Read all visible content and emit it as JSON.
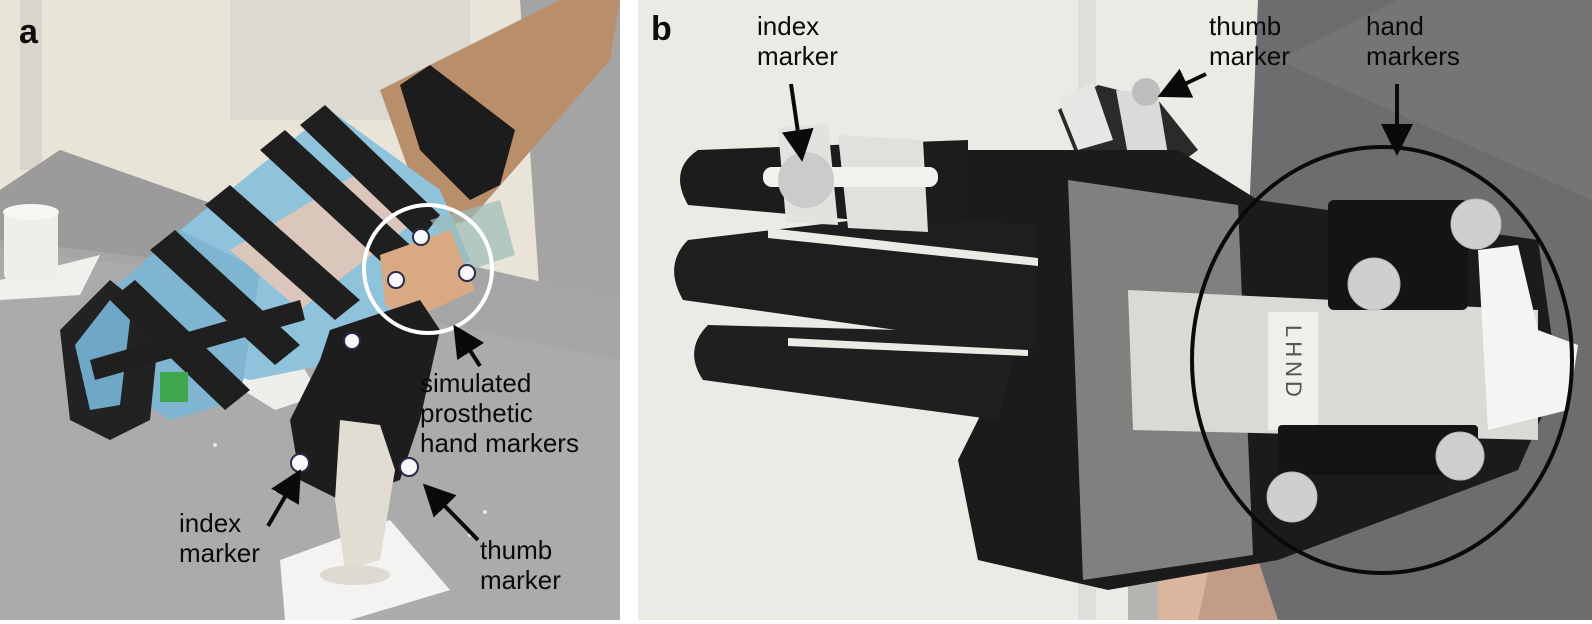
{
  "figure": {
    "panels": [
      {
        "letter": "a",
        "labels": {
          "simulated": [
            "simulated",
            "prosthetic",
            "hand markers"
          ],
          "index": [
            "index",
            "marker"
          ],
          "thumb": [
            "thumb",
            "marker"
          ]
        }
      },
      {
        "letter": "b",
        "labels": {
          "index": [
            "index",
            "marker"
          ],
          "thumb": [
            "thumb",
            "marker"
          ],
          "hand": [
            "hand",
            "markers"
          ]
        },
        "tape_text": "LHND"
      }
    ]
  },
  "colors": {
    "wall_a": "#ece7dc",
    "table_gray": "#a9a9a9",
    "brace_blue": "#8cc1da",
    "strap_black": "#1e1e1e",
    "skin": "#d9b58f",
    "wall_b": "#ecebe6",
    "glove_black": "#1a1a1a",
    "shirt_gray": "#6e6e6e",
    "marker_gray": "#cfcfcf",
    "tape": "#dcdcd8"
  }
}
